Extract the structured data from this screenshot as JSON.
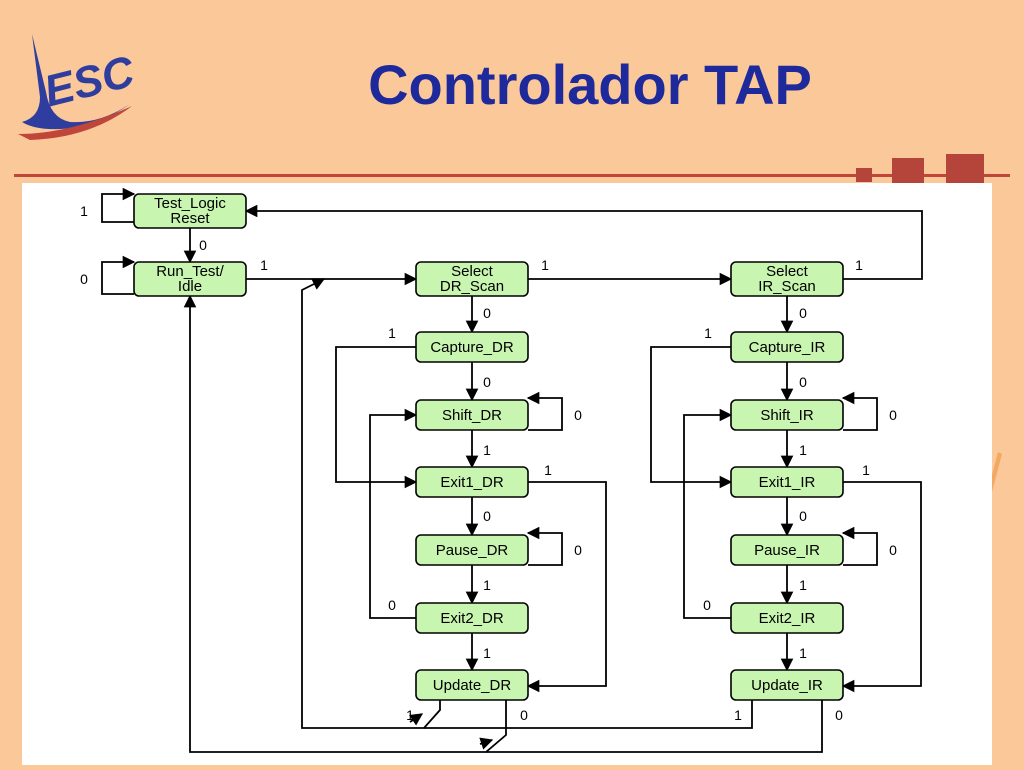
{
  "slide": {
    "title": "Controlador TAP",
    "logo_text": "ESC"
  },
  "colors": {
    "background": "#FBC899",
    "title": "#1E2A9B",
    "accent": "#C0463A",
    "state_fill": "#C8F5B0",
    "panel": "#FFFFFF"
  },
  "diagram": {
    "states": {
      "tlr": [
        "Test_Logic",
        "Reset"
      ],
      "rti": [
        "Run_Test/",
        "Idle"
      ],
      "sdr": [
        "Select",
        "DR_Scan"
      ],
      "sir": [
        "Select",
        "IR_Scan"
      ],
      "cdr": [
        "Capture_DR"
      ],
      "cir": [
        "Capture_IR"
      ],
      "shdr": [
        "Shift_DR"
      ],
      "shir": [
        "Shift_IR"
      ],
      "e1dr": [
        "Exit1_DR"
      ],
      "e1ir": [
        "Exit1_IR"
      ],
      "pdr": [
        "Pause_DR"
      ],
      "pir": [
        "Pause_IR"
      ],
      "e2dr": [
        "Exit2_DR"
      ],
      "e2ir": [
        "Exit2_IR"
      ],
      "udr": [
        "Update_DR"
      ],
      "uir": [
        "Update_IR"
      ]
    },
    "edge_labels": {
      "tlr_self": "1",
      "tlr_rti": "0",
      "rti_self": "0",
      "rti_sdr": "1",
      "sdr_sir": "1",
      "sir_tlr": "1",
      "sdr_cdr": "0",
      "sir_cir": "0",
      "cdr_e1dr": "1",
      "cir_e1ir": "1",
      "cdr_shdr": "0",
      "cir_shir": "0",
      "shdr_self": "0",
      "shir_self": "0",
      "shdr_e1dr": "1",
      "shir_e1ir": "1",
      "e1dr_udr": "1",
      "e1ir_uir": "1",
      "e1dr_pdr": "0",
      "e1ir_pir": "0",
      "pdr_self": "0",
      "pir_self": "0",
      "pdr_e2dr": "1",
      "pir_e2ir": "1",
      "e2dr_shdr": "0",
      "e2ir_shir": "0",
      "e2dr_udr": "1",
      "e2ir_uir": "1",
      "udr_sdr": "1",
      "udr_rti": "0",
      "uir_sdr": "1",
      "uir_rti": "0"
    }
  }
}
